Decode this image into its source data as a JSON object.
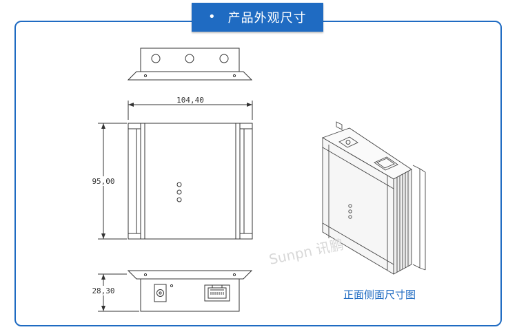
{
  "header": {
    "bullet": "•",
    "title": "产品外观尺寸"
  },
  "dimensions": {
    "width": "104,40",
    "height": "95,00",
    "depth": "28,30"
  },
  "iso_caption": "正面侧面尺寸图",
  "watermark": "Sunpn 讯鹏",
  "colors": {
    "accent": "#1f6bc2",
    "line": "#333333"
  }
}
